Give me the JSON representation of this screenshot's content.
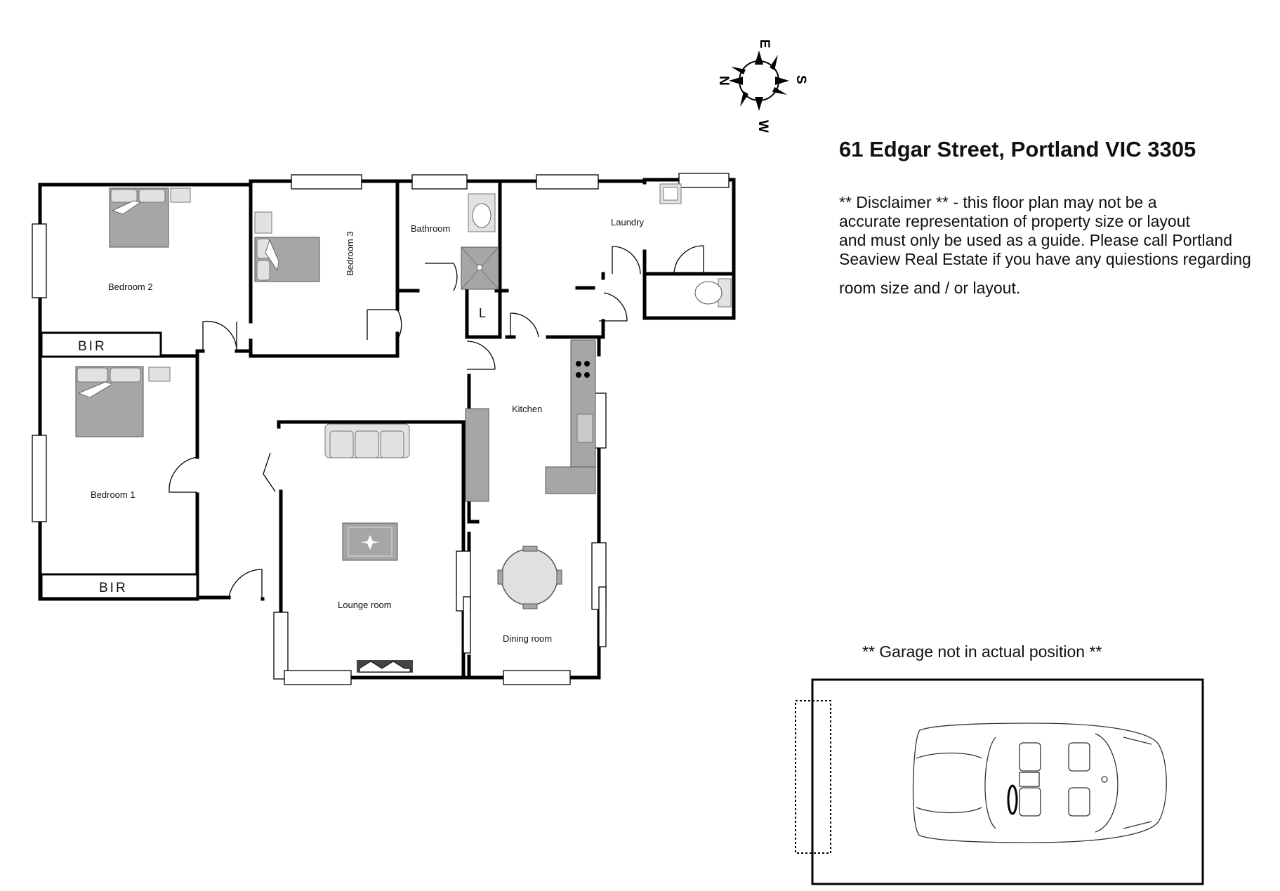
{
  "title": "61 Edgar Street, Portland VIC 3305",
  "disclaimer": {
    "line1": "** Disclaimer ** - this floor plan may not be a",
    "line2": "accurate representation of property size or layout",
    "line3": "and must only be used as a guide. Please call Portland",
    "line4": "Seaview Real Estate if you have any quiestions regarding",
    "line5": "room size and / or layout."
  },
  "garage_note": "** Garage not in actual position **",
  "compass": {
    "n": "N",
    "e": "E",
    "s": "S",
    "w": "W"
  },
  "rooms": {
    "bedroom2": "Bedroom 2",
    "bedroom3": "Bedroom 3",
    "bathroom": "Bathroom",
    "laundry": "Laundry",
    "l": "L",
    "bir1": "BIR",
    "bir2": "BIR",
    "bedroom1": "Bedroom 1",
    "kitchen": "Kitchen",
    "lounge": "Lounge room",
    "dining": "Dining room"
  },
  "colors": {
    "wall": "#000000",
    "furniture": "#a6a6a6",
    "background": "#ffffff"
  }
}
